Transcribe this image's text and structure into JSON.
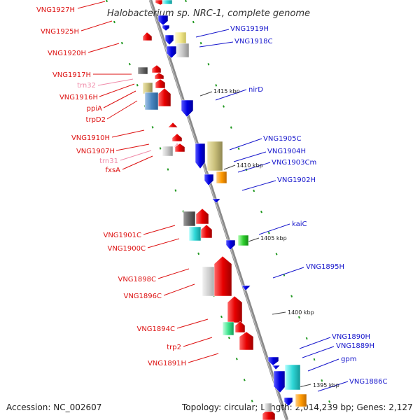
{
  "title": "Halobacterium sp. NRC-1, complete genome",
  "footer": {
    "accession": "Accession: NC_002607",
    "topology": "Topology: circular; Length: 2,014,239 bp; Genes: 2,127"
  },
  "colors": {
    "left_label": "#dd1111",
    "trna_label": "#f08aa8",
    "right_label": "#1616cc",
    "backbone": "#888888"
  },
  "scale_labels": [
    "1415 kbp",
    "1410 kbp",
    "1405 kbp",
    "1400 kbp",
    "1395 kbp"
  ],
  "left_genes": [
    "VNG1927H",
    "VNG1925H",
    "VNG1920H",
    "VNG1917H",
    "trn32",
    "VNG1916H",
    "ppiA",
    "trpD2",
    "VNG1910H",
    "VNG1907H",
    "trn31",
    "fxsA",
    "VNG1901C",
    "VNG1900C",
    "VNG1898C",
    "VNG1896C",
    "VNG1894C",
    "trp2",
    "VNG1891H"
  ],
  "right_genes": [
    "VNG1919H",
    "VNG1918C",
    "nirD",
    "VNG1905C",
    "VNG1904H",
    "VNG1903Cm",
    "VNG1902H",
    "kaiC",
    "VNG1895H",
    "VNG1890H",
    "VNG1889H",
    "gpm",
    "VNG1886C"
  ]
}
